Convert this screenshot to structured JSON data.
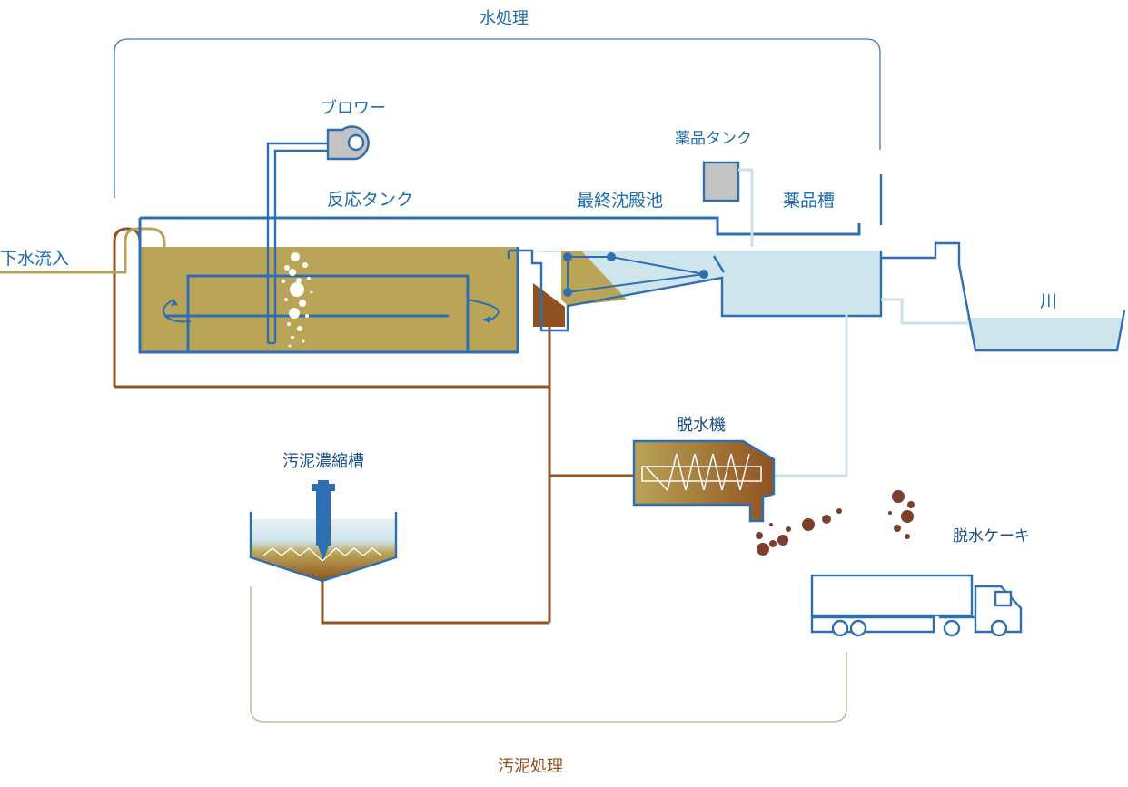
{
  "labels": {
    "water_treatment": "水処理",
    "sludge_treatment": "汚泥処理",
    "blower": "ブロワー",
    "chemical_tank": "薬品タンク",
    "reaction_tank": "反応タンク",
    "final_sedimentation": "最終沈殿池",
    "chemical_basin": "薬品槽",
    "sewage_inflow": "下水流入",
    "river": "川",
    "dewatering_machine": "脱水機",
    "sludge_thickener": "汚泥濃縮槽",
    "dewatered_cake": "脱水ケーキ"
  },
  "colors": {
    "line_blue": "#2d6fb0",
    "sewage": "#b9a457",
    "sludge": "#8f5220",
    "treated_water": "#cfe5ec",
    "treated_line": "#c9e2ea",
    "chemical": "#c3c3c3",
    "cake": "#7b3f2b",
    "water_bracket": "#3d7ab8",
    "sludge_bracket": "#c8a98a"
  },
  "icons": {
    "blower": "blower-icon",
    "truck": "truck-icon",
    "screw": "screw-conveyor-icon",
    "mixer": "mixer-icon"
  }
}
